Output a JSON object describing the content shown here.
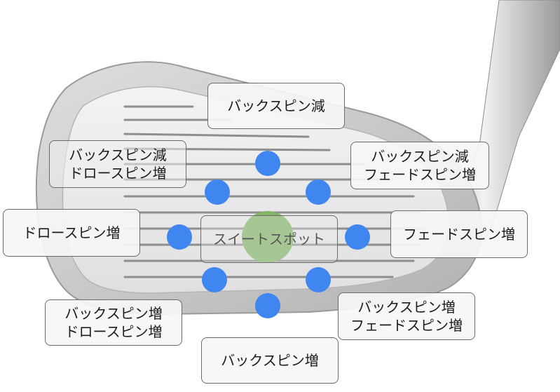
{
  "colors": {
    "direction_dot": "#3f86f0",
    "sweet_spot": "#82b366",
    "label_border": "#6b6b6b"
  },
  "labels": {
    "top": "バックスピン減",
    "top_left": "バックスピン減\nドロースピン増",
    "top_right": "バックスピン減\nフェードスピン増",
    "left": "ドロースピン増",
    "center": "スイートスポット",
    "right": "フェードスピン増",
    "bottom_left": "バックスピン増\nドロースピン増",
    "bottom_right": "バックスピン増\nフェードスピン増",
    "bottom": "バックスピン増"
  }
}
